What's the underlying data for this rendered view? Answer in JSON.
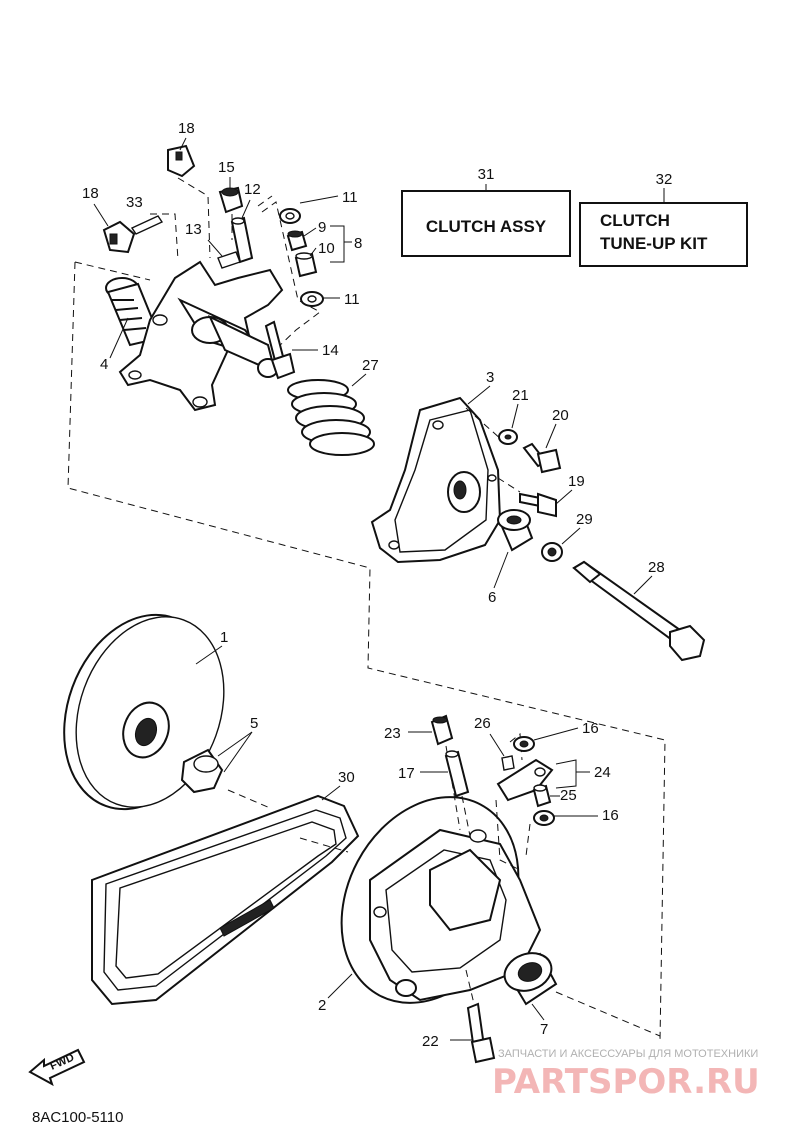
{
  "diagram_code": "8AC100-5110",
  "kits": [
    {
      "number": "31",
      "label": "CLUTCH ASSY"
    },
    {
      "number": "32",
      "label_lines": [
        "CLUTCH",
        "TUNE-UP KIT"
      ]
    }
  ],
  "fwd_arrow_label": "FWD",
  "watermark": {
    "small": "ЗАПЧАСТИ И АКСЕССУАРЫ ДЛЯ МОТОТЕХНИКИ",
    "brand": "PARTSPOR.RU"
  },
  "callouts": {
    "c1": "1",
    "c2": "2",
    "c3": "3",
    "c4": "4",
    "c5": "5",
    "c6": "6",
    "c7": "7",
    "c8": "8",
    "c9": "9",
    "c10": "10",
    "c11a": "11",
    "c11b": "11",
    "c12": "12",
    "c13": "13",
    "c14": "14",
    "c15": "15",
    "c16a": "16",
    "c16b": "16",
    "c17": "17",
    "c18a": "18",
    "c18b": "18",
    "c19": "19",
    "c20": "20",
    "c21": "21",
    "c22": "22",
    "c23": "23",
    "c24": "24",
    "c25": "25",
    "c26": "26",
    "c27": "27",
    "c28": "28",
    "c29": "29",
    "c30": "30",
    "c33": "33"
  },
  "colors": {
    "ink": "#111111",
    "watermark_brand": "#f3b6b6",
    "watermark_small": "#b0b0b0"
  }
}
